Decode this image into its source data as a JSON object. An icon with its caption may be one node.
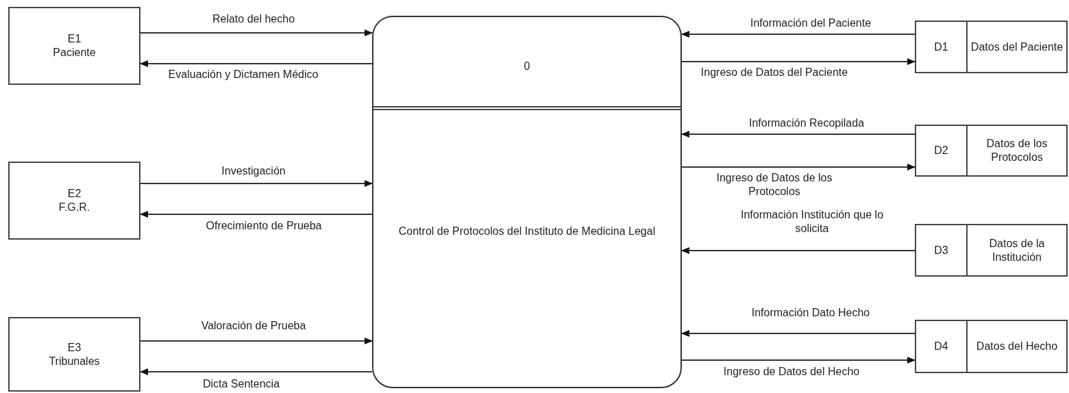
{
  "diagram": {
    "nodes": [
      {
        "text": [
          "E1",
          "Paciente"
        ]
      },
      {
        "text": [
          "E2",
          "F.G.R."
        ]
      },
      {
        "text": [
          "E3",
          "Tribunales"
        ]
      },
      {
        "text": [
          "0",
          "Control de Protocolos del Instituto de Medicina Legal"
        ]
      },
      {
        "text": [
          "D1",
          "Datos del Paciente"
        ]
      },
      {
        "text": [
          "D2",
          "Datos de los Protocolos"
        ]
      },
      {
        "text": [
          "D3",
          "Datos de la Institución"
        ]
      },
      {
        "text": [
          "D4",
          "Datos del Hecho"
        ]
      }
    ],
    "edges": [
      {
        "from": 0,
        "to": 3,
        "arrow": "to",
        "label": "Relato del hecho"
      },
      {
        "from": 3,
        "to": 0,
        "arrow": "to",
        "label": "Evaluación y Dictamen Médico"
      },
      {
        "from": 1,
        "to": 3,
        "arrow": "to",
        "label": "Investigación"
      },
      {
        "from": 3,
        "to": 1,
        "arrow": "to",
        "label": "Ofrecimiento de Prueba"
      },
      {
        "from": 2,
        "to": 3,
        "arrow": "to",
        "label": "Valoración de Prueba"
      },
      {
        "from": 3,
        "to": 2,
        "arrow": "to",
        "label": "Dicta Sentencia"
      },
      {
        "from": 4,
        "to": 3,
        "arrow": "to",
        "label": "Información del Paciente"
      },
      {
        "from": 3,
        "to": 4,
        "arrow": "to",
        "label": "Ingreso de Datos del Paciente"
      },
      {
        "from": 5,
        "to": 3,
        "arrow": "to",
        "label": "Información Recopilada"
      },
      {
        "from": 3,
        "to": 5,
        "arrow": "to",
        "label": "Ingreso de Datos de los Protocolos"
      },
      {
        "from": 6,
        "to": 3,
        "arrow": "to",
        "label": "Información Institución que lo solicita"
      },
      {
        "from": 7,
        "to": 3,
        "arrow": "to",
        "label": "Información Dato Hecho"
      },
      {
        "from": 3,
        "to": 7,
        "arrow": "to",
        "label": "Ingreso de Datos del Hecho"
      }
    ]
  }
}
